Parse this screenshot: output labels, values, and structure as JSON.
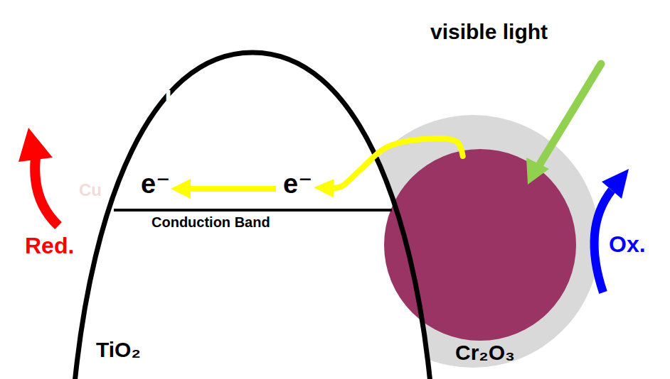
{
  "diagram": {
    "nodes": [
      {
        "text": [
          "Cr₂O₃"
        ]
      },
      {
        "text": [
          "e⁻",
          "+",
          "h⁺",
          "Cu"
        ],
        "in": 0
      },
      {
        "text": [
          "e⁻",
          "e⁻",
          "Conduction Band",
          "TiO₂"
        ]
      }
    ],
    "edges": [
      {
        "from": 1,
        "to": 2,
        "arrow": "to"
      }
    ],
    "labels": [
      "visible light",
      "Red.",
      "Ox."
    ]
  }
}
